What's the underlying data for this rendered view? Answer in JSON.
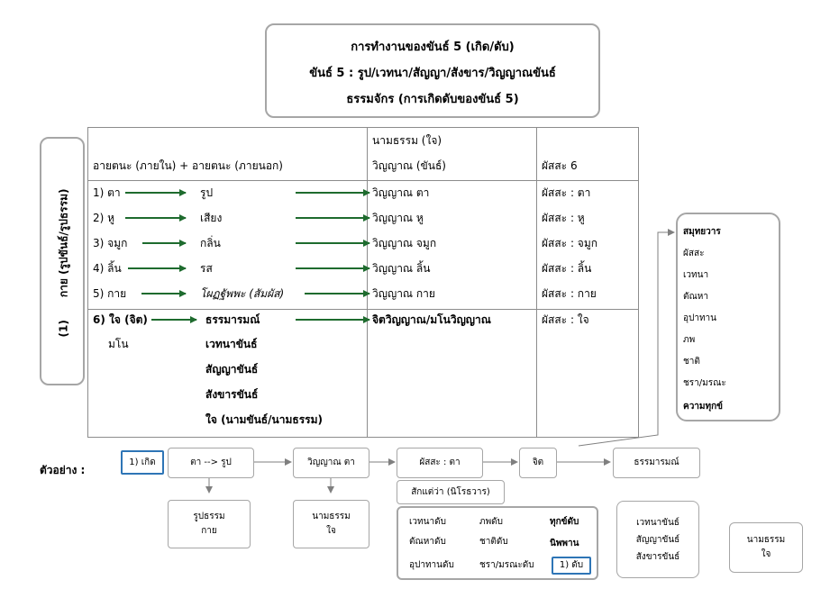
{
  "title": {
    "line1": "การทำงานของขันธ์ 5 (เกิด/ดับ)",
    "line2": "ขันธ์ 5 : รูป/เวทนา/สัญญา/สังขาร/วิญญาณขันธ์",
    "line3": "ธรรมจักร (การเกิดดับของขันธ์ 5)"
  },
  "side_label": "(1)      กาย (รูปขันธ์/รูปธรรม)",
  "table": {
    "col1_header": "อายตนะ (ภายใน) + อายตนะ (ภายนอก)",
    "col2_header_line1": "นามธรรม (ใจ)",
    "col2_header_line2": "วิญญาณ (ขันธ์)",
    "col3_header": "ผัสสะ 6",
    "rows": [
      {
        "inner": "1) ตา",
        "outer": "รูป",
        "consciousness": "วิญญาณ ตา",
        "contact": "ผัสสะ : ตา"
      },
      {
        "inner": "2) หู",
        "outer": "เสียง",
        "consciousness": "วิญญาณ หู",
        "contact": "ผัสสะ : หู"
      },
      {
        "inner": "3) จมูก",
        "outer": "กลิ่น",
        "consciousness": "วิญญาณ จมูก",
        "contact": "ผัสสะ : จมูก"
      },
      {
        "inner": "4) ลิ้น",
        "outer": "รส",
        "consciousness": "วิญญาณ ลิ้น",
        "contact": "ผัสสะ : ลิ้น"
      },
      {
        "inner": "5) กาย",
        "outer": "โผฏฐัพพะ (สัมผัส)",
        "consciousness": "วิญญาณ กาย",
        "contact": "ผัสสะ : กาย"
      }
    ],
    "mind_row": {
      "inner": "6) ใจ (จิต)",
      "inner_sub": "มโน",
      "outer": [
        "ธรรมารมณ์",
        "เวทนาขันธ์",
        "สัญญาขันธ์",
        "สังขารขันธ์",
        "ใจ (นามขันธ์/นามธรรม)"
      ],
      "consciousness": "จิตวิญญาณ/มโนวิญญาณ",
      "contact": "ผัสสะ : ใจ"
    }
  },
  "samudaya": {
    "title": "สมุทยวาร",
    "items": [
      "ผัสสะ",
      "เวทนา",
      "ตัณหา",
      "อุปาทาน",
      "ภพ",
      "ชาติ",
      "ชรา/มรณะ"
    ],
    "end": "ความทุกข์"
  },
  "example": {
    "label": "ตัวอย่าง :",
    "birth": "1) เกิด",
    "eye_form": "ตา  -->  รูป",
    "eye_consciousness": "วิญญาณ ตา",
    "contact": "ผัสสะ : ตา",
    "mind": "จิต",
    "dhamma": "ธรรมารมณ์",
    "rupa_line1": "รูปธรรม",
    "rupa_line2": "กาย",
    "nama_line1": "นามธรรม",
    "nama_line2": "ใจ",
    "stop": "สักแต่ว่า (นิโรธวาร)",
    "ceasing_col1": [
      "เวทนาดับ",
      "ตัณหาดับ",
      "อุปาทานดับ"
    ],
    "ceasing_col2": [
      "ภพดับ",
      "ชาติดับ",
      "ชรา/มรณะดับ"
    ],
    "ceasing_col3": [
      "ทุกข์ดับ",
      "นิพพาน"
    ],
    "cease": "1) ดับ",
    "khandha_line1": "เวทนาขันธ์",
    "khandha_line2": "สัญญาขันธ์",
    "khandha_line3": "สังขารขันธ์",
    "nama2_line1": "นามธรรม",
    "nama2_line2": "ใจ"
  },
  "colors": {
    "arrow_green": "#1e6b2e",
    "box_border": "#a6a6a6",
    "grey_arrow": "#7f7f7f",
    "blue_border": "#2e75b6"
  }
}
